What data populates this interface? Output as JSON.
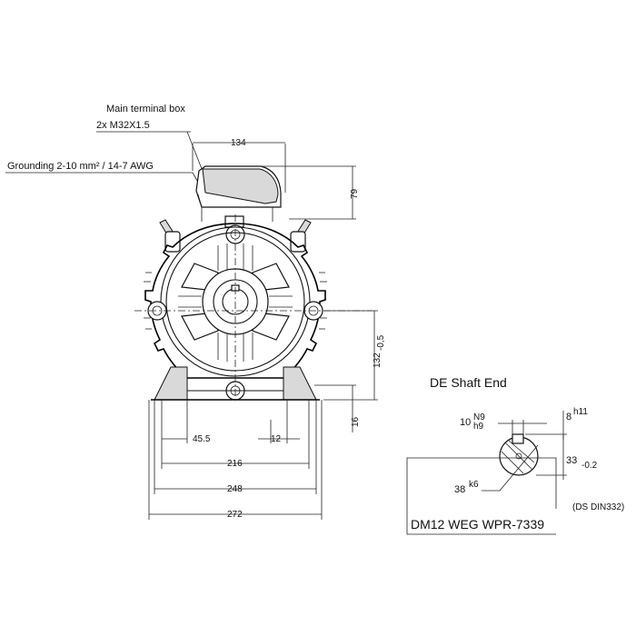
{
  "labels": {
    "terminal_box_line1": "Main terminal box",
    "terminal_box_line2": "2x M32X1.5",
    "grounding": "Grounding 2-10 mm² / 14-7 AWG",
    "shaft_title": "DE Shaft End",
    "standard": "(DS DIN332)",
    "model": "DM12 WEG WPR-7339"
  },
  "dimensions": {
    "box_width": "134",
    "box_height": "79",
    "shaft_height": "132",
    "shaft_height_tol": "-0,5",
    "foot_height": "16",
    "foot_offset": "45.5",
    "foot_hole": "12",
    "foot_span": "216",
    "frame_width": "248",
    "overall_width": "272"
  },
  "shaft": {
    "key_width": "10",
    "key_width_tol_upper": "N9",
    "key_width_tol_lower": "h9",
    "key_height": "8",
    "key_height_tol": "h11",
    "key_depth": "33",
    "key_depth_tol": "-0.2",
    "diameter": "38",
    "diameter_tol": "k6"
  }
}
